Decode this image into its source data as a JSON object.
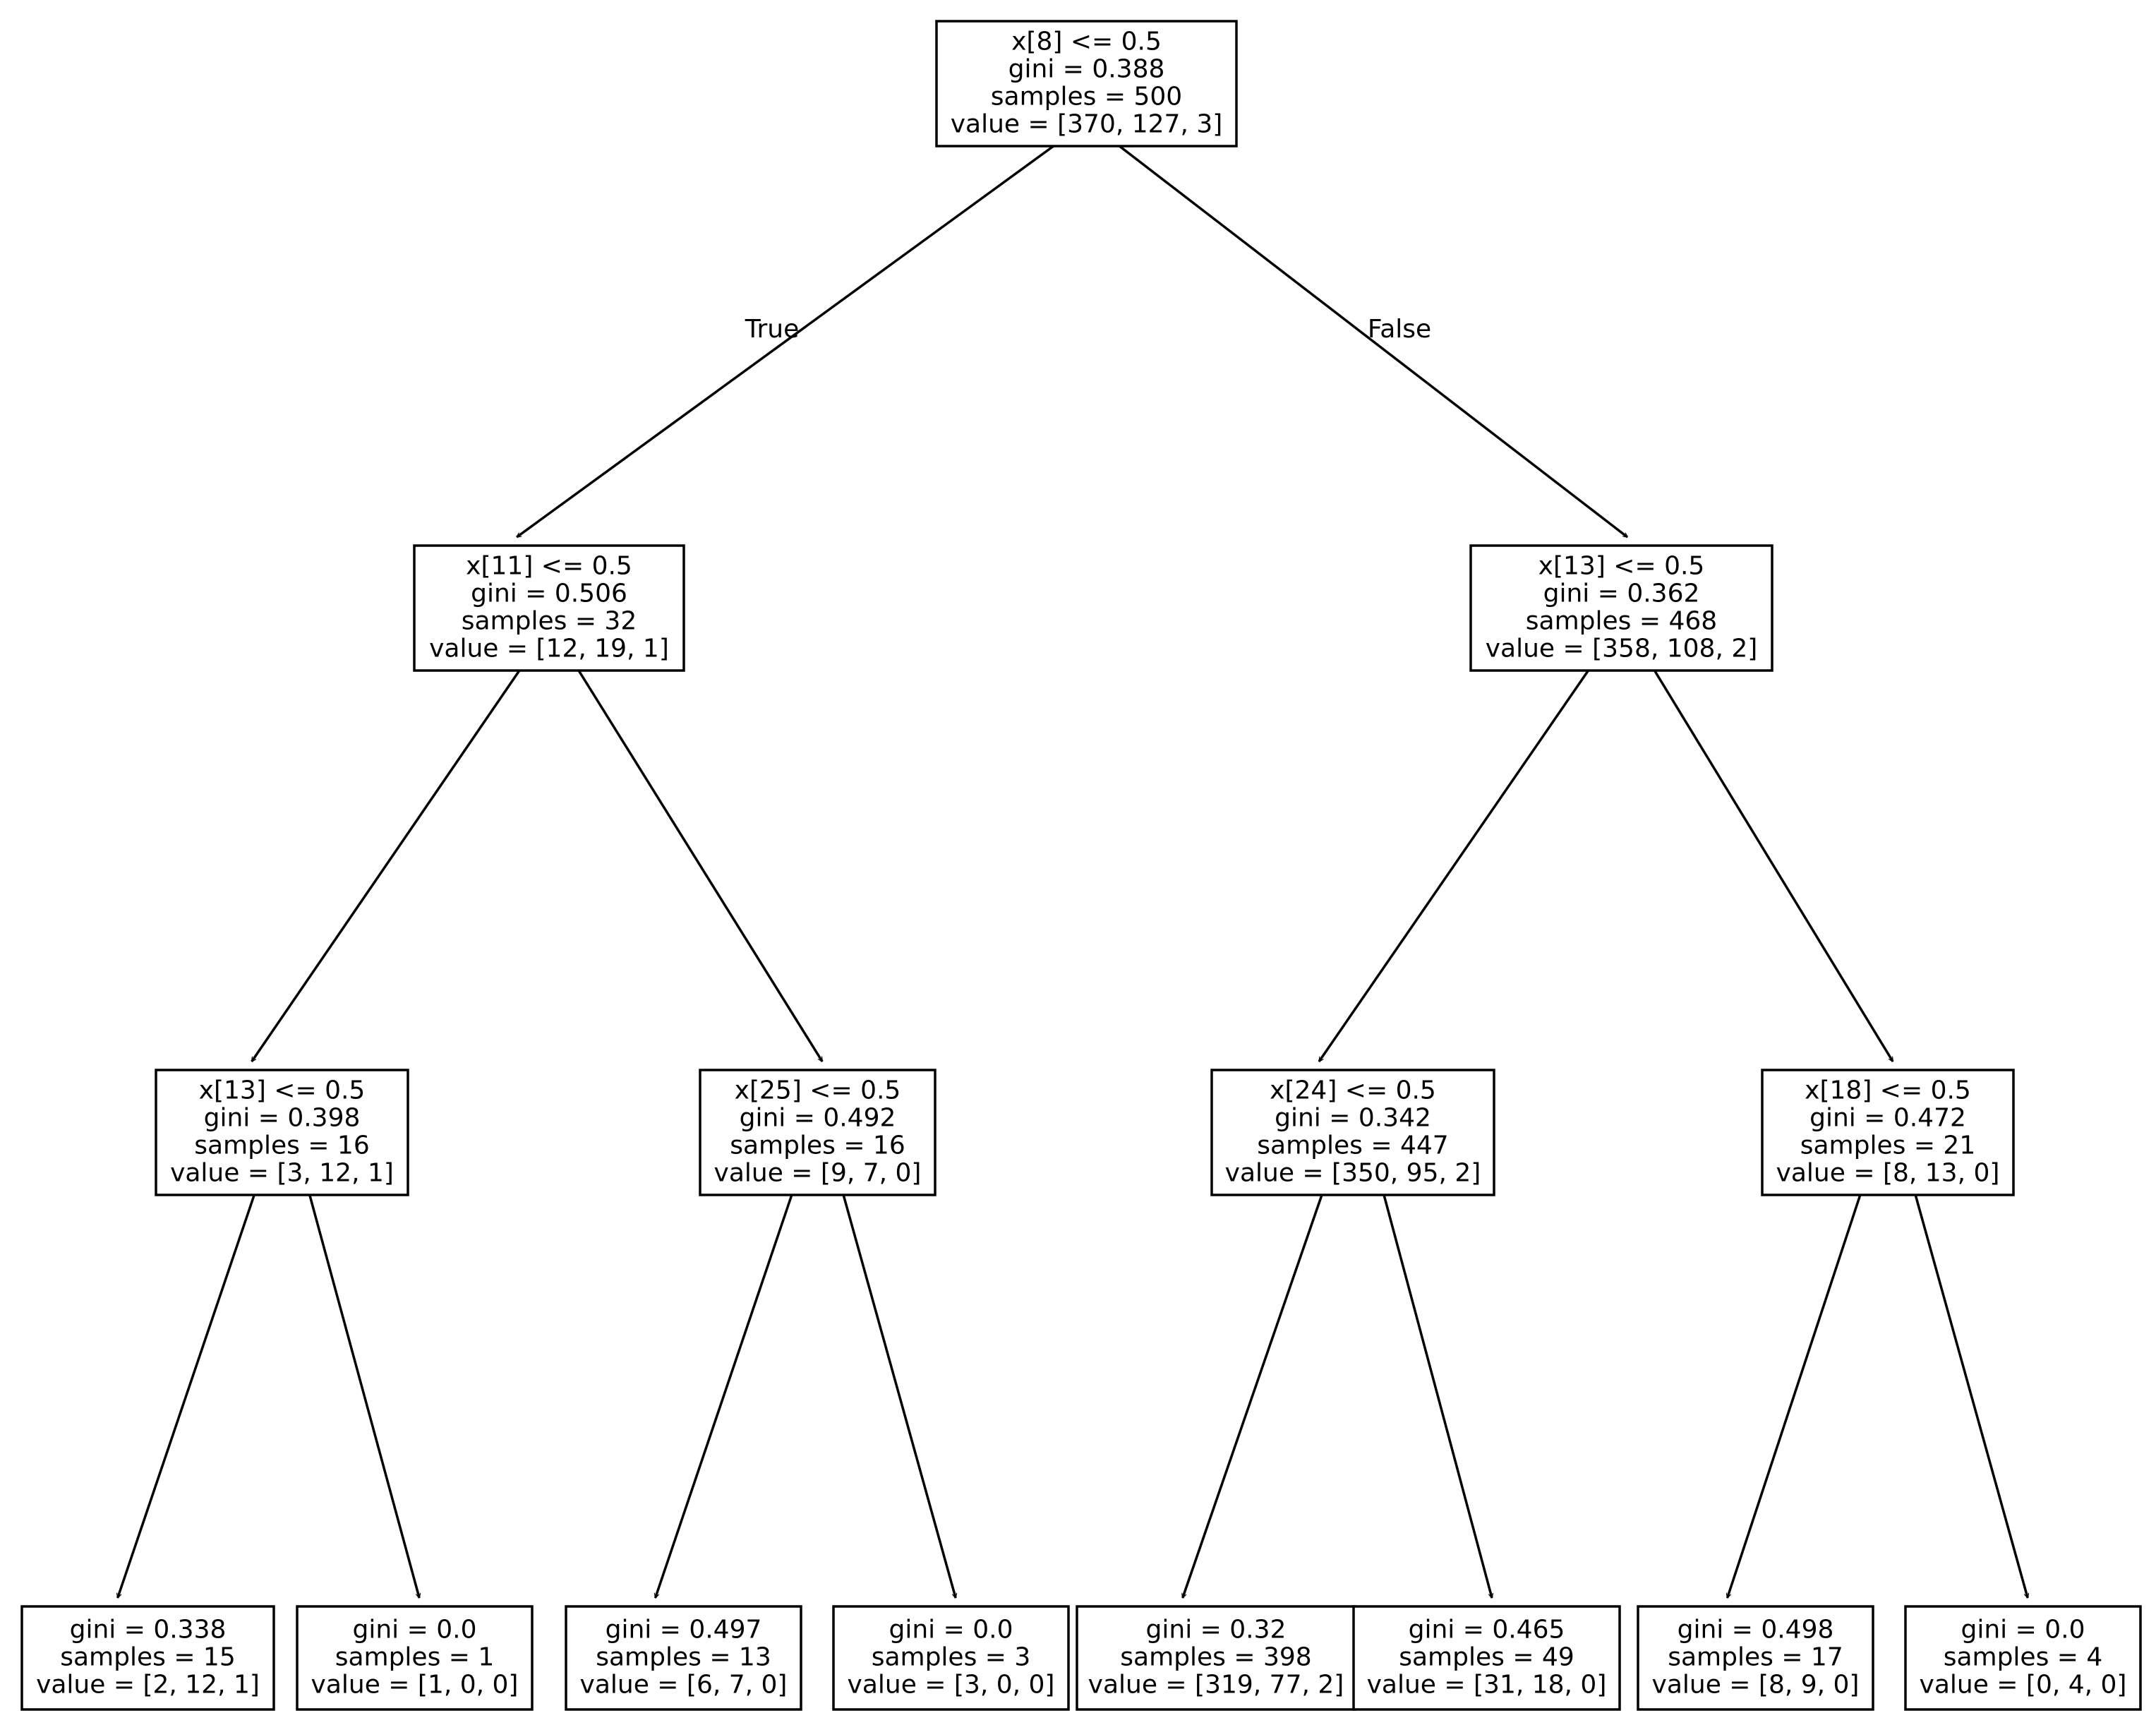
{
  "tree": {
    "nodes": [
      {
        "id": "root",
        "lines": [
          "x[8] <= 0.5",
          "gini = 0.388",
          "samples = 500",
          "value = [370, 127, 3]"
        ]
      },
      {
        "id": "n1",
        "lines": [
          "x[11] <= 0.5",
          "gini = 0.506",
          "samples = 32",
          "value = [12, 19, 1]"
        ]
      },
      {
        "id": "n2",
        "lines": [
          "x[13] <= 0.5",
          "gini = 0.362",
          "samples = 468",
          "value = [358, 108, 2]"
        ]
      },
      {
        "id": "n3",
        "lines": [
          "x[13] <= 0.5",
          "gini = 0.398",
          "samples = 16",
          "value = [3, 12, 1]"
        ]
      },
      {
        "id": "n4",
        "lines": [
          "x[25] <= 0.5",
          "gini = 0.492",
          "samples = 16",
          "value = [9, 7, 0]"
        ]
      },
      {
        "id": "n5",
        "lines": [
          "x[24] <= 0.5",
          "gini = 0.342",
          "samples = 447",
          "value = [350, 95, 2]"
        ]
      },
      {
        "id": "n6",
        "lines": [
          "x[18] <= 0.5",
          "gini = 0.472",
          "samples = 21",
          "value = [8, 13, 0]"
        ]
      },
      {
        "id": "l1",
        "lines": [
          "gini = 0.338",
          "samples = 15",
          "value = [2, 12, 1]"
        ]
      },
      {
        "id": "l2",
        "lines": [
          "gini = 0.0",
          "samples = 1",
          "value = [1, 0, 0]"
        ]
      },
      {
        "id": "l3",
        "lines": [
          "gini = 0.497",
          "samples = 13",
          "value = [6, 7, 0]"
        ]
      },
      {
        "id": "l4",
        "lines": [
          "gini = 0.0",
          "samples = 3",
          "value = [3, 0, 0]"
        ]
      },
      {
        "id": "l5",
        "lines": [
          "gini = 0.32",
          "samples = 398",
          "value = [319, 77, 2]"
        ]
      },
      {
        "id": "l6",
        "lines": [
          "gini = 0.465",
          "samples = 49",
          "value = [31, 18, 0]"
        ]
      },
      {
        "id": "l7",
        "lines": [
          "gini = 0.498",
          "samples = 17",
          "value = [8, 9, 0]"
        ]
      },
      {
        "id": "l8",
        "lines": [
          "gini = 0.0",
          "samples = 4",
          "value = [0, 4, 0]"
        ]
      }
    ],
    "edges": [
      {
        "from": "root",
        "to": "n1",
        "label": "True"
      },
      {
        "from": "root",
        "to": "n2",
        "label": "False"
      },
      {
        "from": "n1",
        "to": "n3"
      },
      {
        "from": "n1",
        "to": "n4"
      },
      {
        "from": "n2",
        "to": "n5"
      },
      {
        "from": "n2",
        "to": "n6"
      },
      {
        "from": "n3",
        "to": "l1"
      },
      {
        "from": "n3",
        "to": "l2"
      },
      {
        "from": "n4",
        "to": "l3"
      },
      {
        "from": "n4",
        "to": "l4"
      },
      {
        "from": "n5",
        "to": "l5"
      },
      {
        "from": "n5",
        "to": "l6"
      },
      {
        "from": "n6",
        "to": "l7"
      },
      {
        "from": "n6",
        "to": "l8"
      }
    ]
  }
}
